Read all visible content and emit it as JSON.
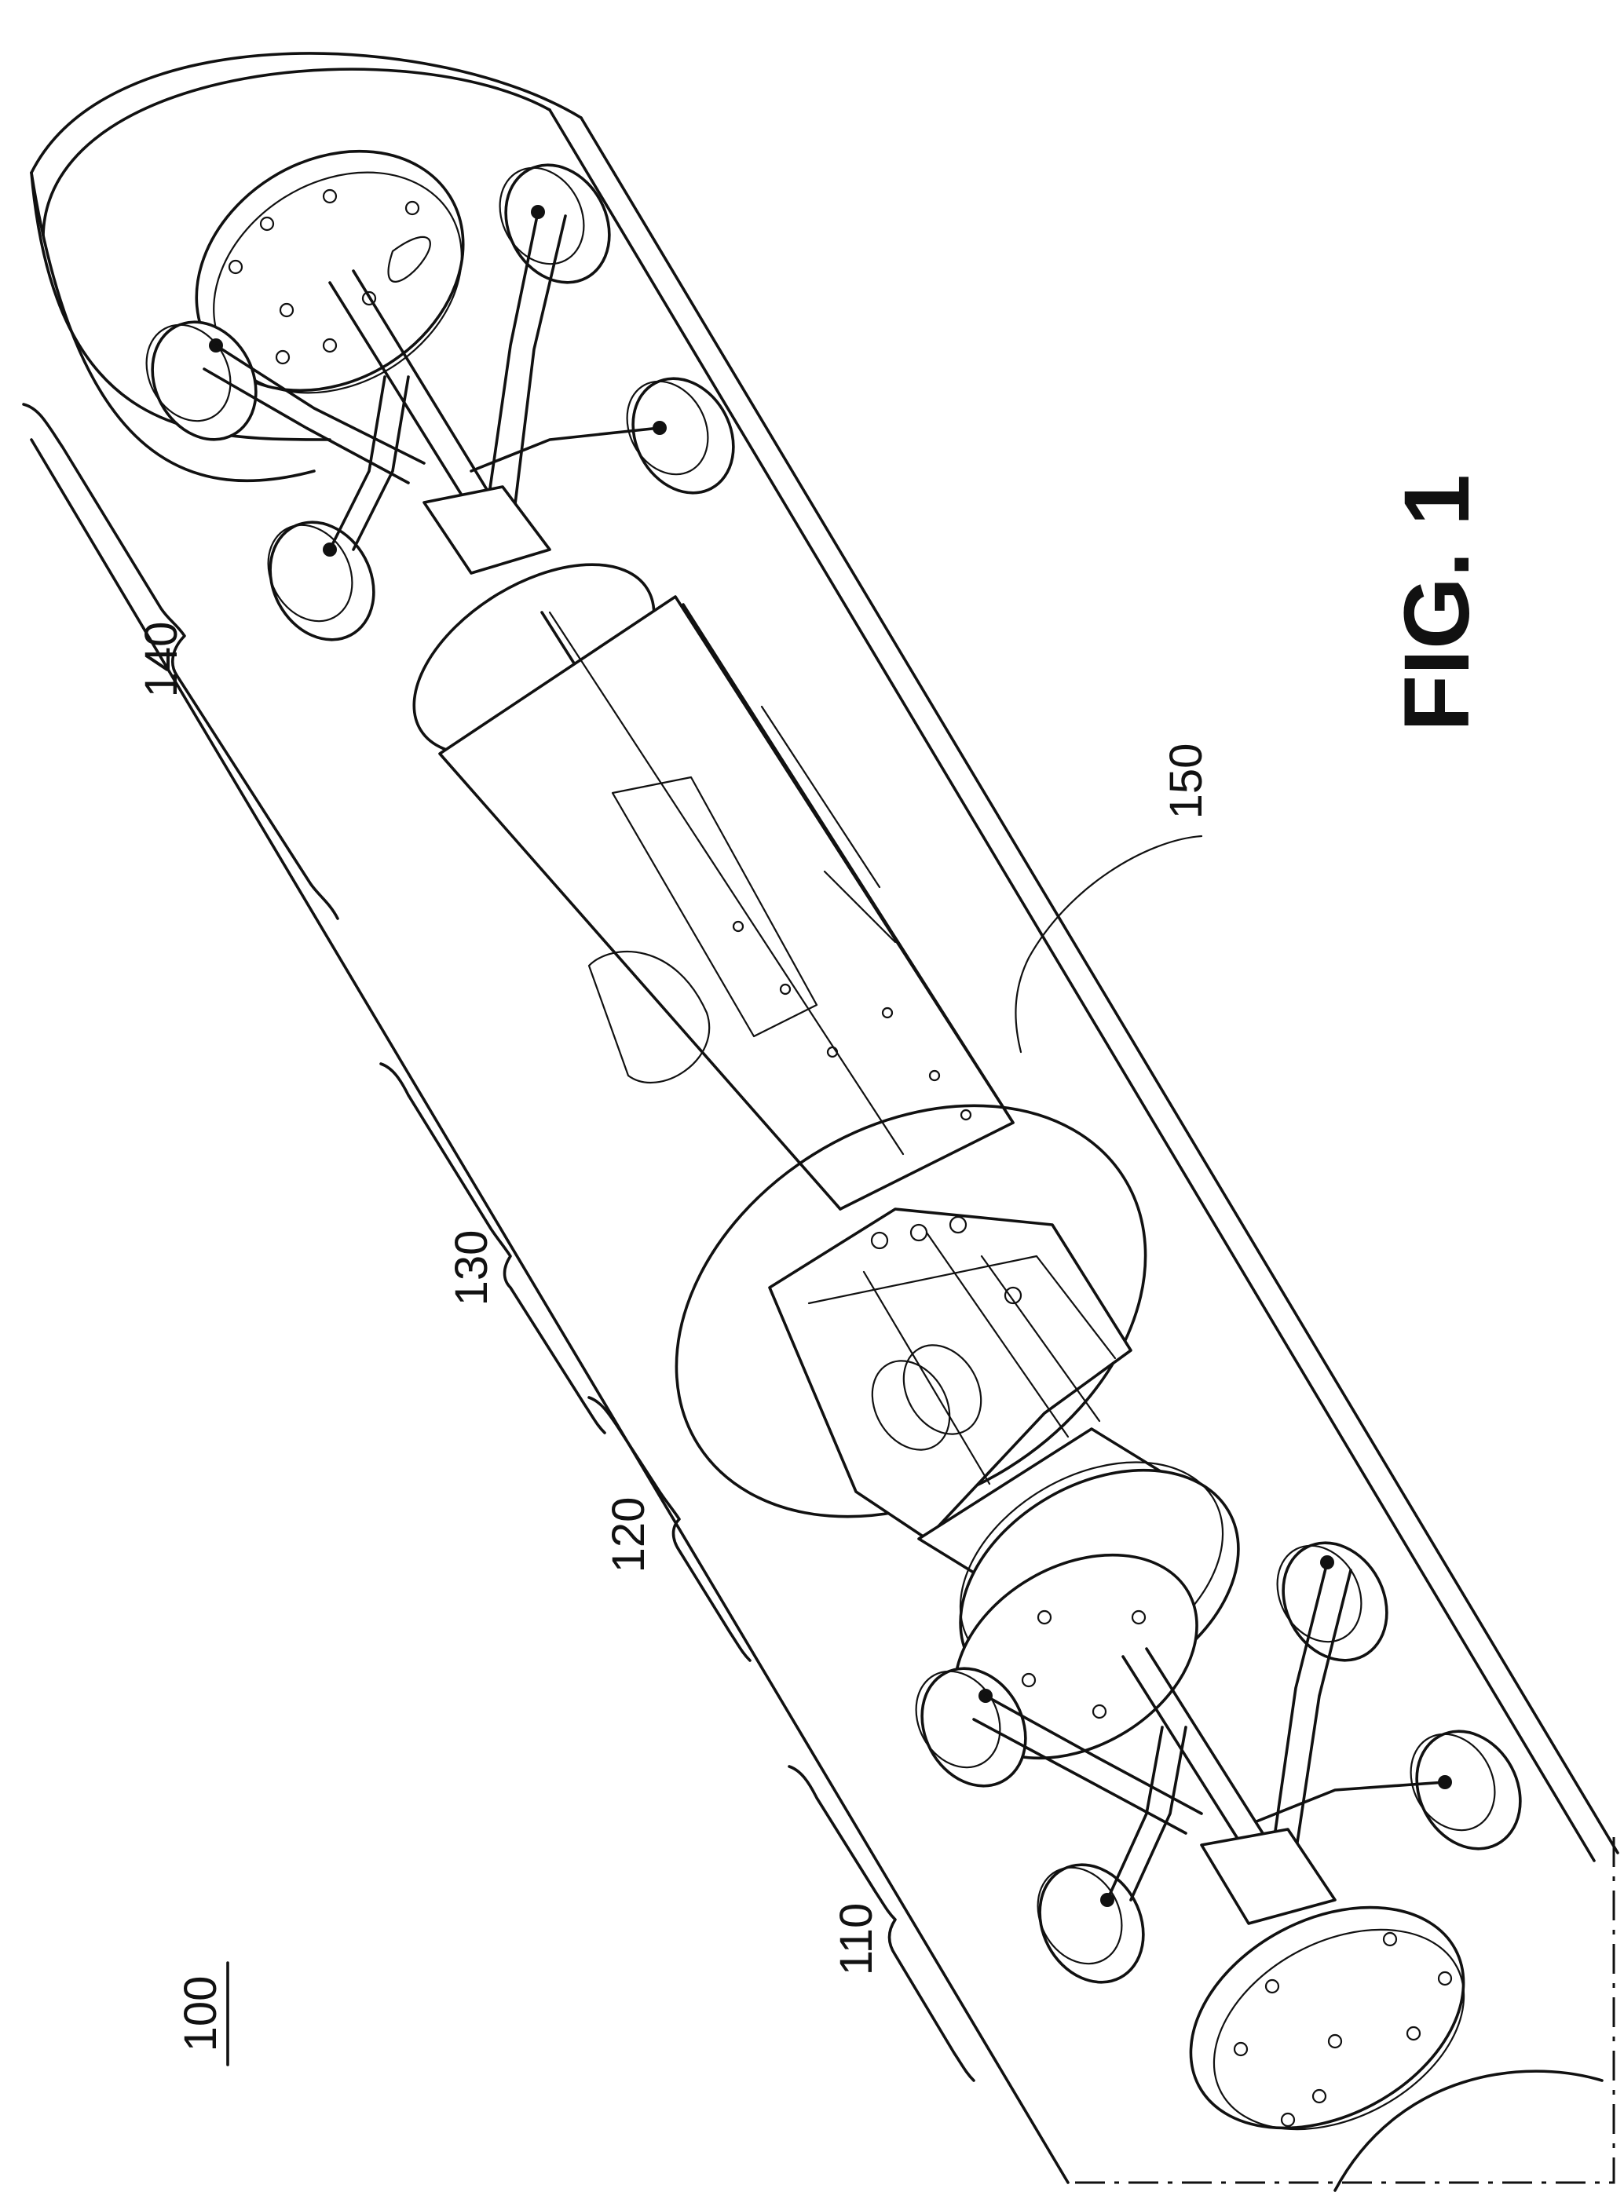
{
  "figure": {
    "label": "FIG. 1",
    "reference_numerals": {
      "robot": "100",
      "front_module": "110",
      "joint_module": "120",
      "body_module": "130",
      "rear_module": "140",
      "pipe_section": "150"
    }
  }
}
